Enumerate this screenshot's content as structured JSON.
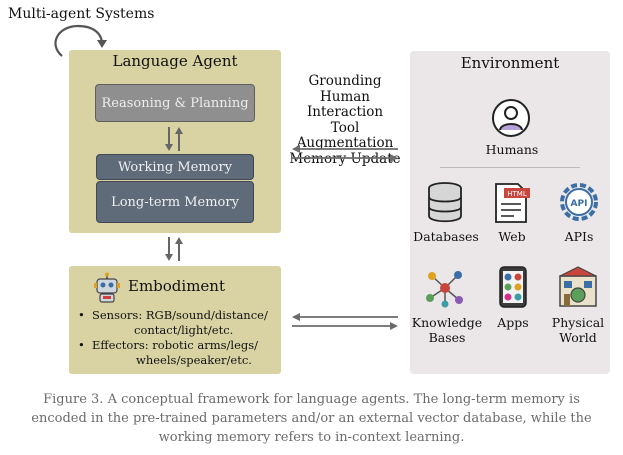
{
  "multi_agent": "Multi-agent Systems",
  "agent": {
    "title": "Language Agent",
    "reasoning": "Reasoning & Planning",
    "working_memory": "Working Memory",
    "long_term_memory": "Long-term Memory"
  },
  "embodiment": {
    "title": "Embodiment",
    "sensors_line1": "Sensors: RGB/sound/distance/",
    "sensors_line2": "contact/light/etc.",
    "effectors_line1": "Effectors: robotic arms/legs/",
    "effectors_line2": "wheels/speaker/etc.",
    "bullet": "•"
  },
  "actions": [
    "Grounding",
    "Human Interaction",
    "Tool Augmentation",
    "Memory Update"
  ],
  "environment": {
    "title": "Environment",
    "humans": "Humans",
    "databases": "Databases",
    "web": "Web",
    "web_icon_text": "HTML",
    "apis": "APIs",
    "api_icon_text": "API",
    "knowledge_line1": "Knowledge",
    "knowledge_line2": "Bases",
    "apps": "Apps",
    "physical_line1": "Physical",
    "physical_line2": "World"
  },
  "caption": {
    "line1": "Figure 3. A conceptual framework for language agents. The long-term memory is",
    "line2": "encoded in the pre-trained parameters and/or an external vector database, while the",
    "line3": "working memory refers to in-context learning."
  },
  "colors": {
    "agent_bg": "#d9d3a3",
    "env_bg": "#ebe7e9",
    "memory_bg": "#5f6b79",
    "reasoning_bg": "#8f8f8f",
    "arrow": "#6b6b6b",
    "caption": "#6b6b6b"
  },
  "icons": [
    "loop-arrow-icon",
    "human-icon",
    "database-icon",
    "web-icon",
    "api-gear-icon",
    "knowledge-graph-icon",
    "apps-phone-icon",
    "physical-world-icon",
    "robot-icon"
  ]
}
